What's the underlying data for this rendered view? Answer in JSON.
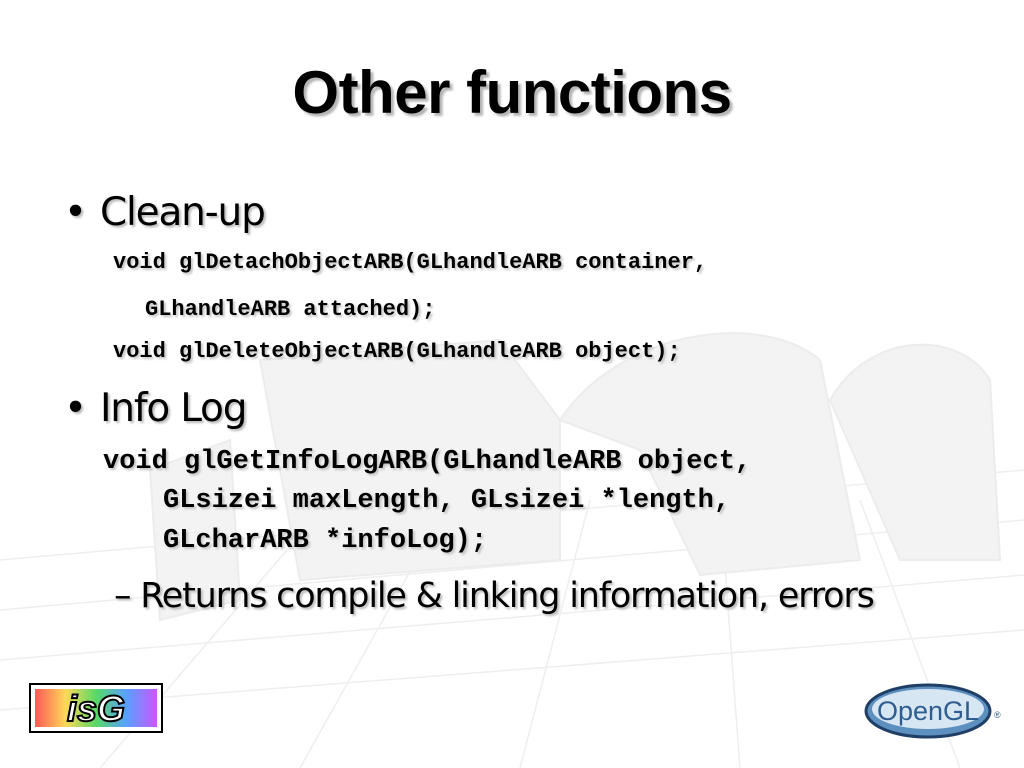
{
  "slide": {
    "title": "Other functions",
    "bullets": [
      {
        "marker": "•",
        "label": "Clean-up",
        "code": [
          "void glDetachObjectARB(GLhandleARB container,",
          "GLhandleARB attached);",
          "void glDeleteObjectARB(GLhandleARB object);"
        ]
      },
      {
        "marker": "•",
        "label": "Info Log",
        "code": [
          "void glGetInfoLogARB(GLhandleARB object,",
          "GLsizei maxLength, GLsizei *length,",
          "GLcharARB *infoLog);"
        ],
        "sub": {
          "marker": "–",
          "text": "Returns compile & linking information, errors"
        }
      }
    ]
  },
  "logos": {
    "left": "isG",
    "right": "OpenGL",
    "right_mark": "®"
  },
  "colors": {
    "text": "#000000",
    "shadow": "#b5b5b5",
    "opengl_blue": "#2f5d8f"
  }
}
